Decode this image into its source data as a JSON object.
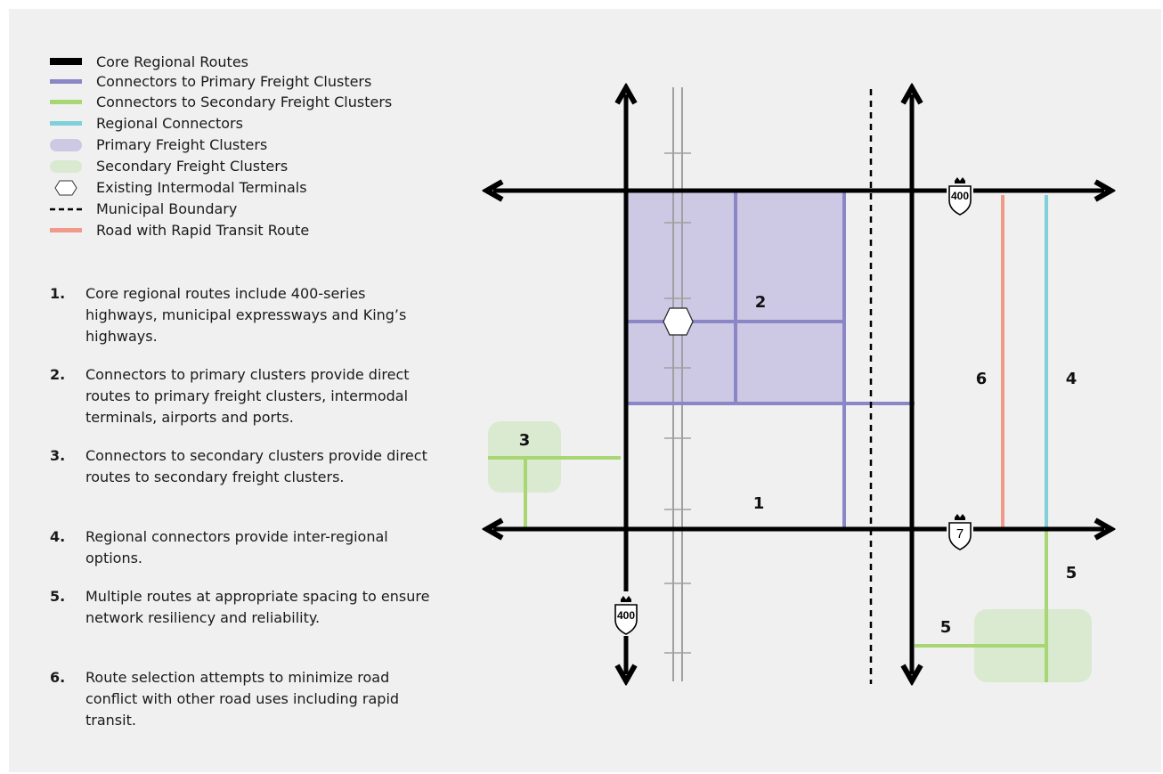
{
  "legend": [
    {
      "label": "Core Regional Routes",
      "symbol": "line-thick",
      "color": "#000000"
    },
    {
      "label": "Connectors to Primary Freight Clusters",
      "symbol": "line",
      "color": "#8b86c6"
    },
    {
      "label": "Connectors to Secondary Freight Clusters",
      "symbol": "line",
      "color": "#a8d672"
    },
    {
      "label": "Regional Connectors",
      "symbol": "line",
      "color": "#7fd0d8"
    },
    {
      "label": "Primary Freight Clusters",
      "symbol": "area",
      "color": "#cdc9e4"
    },
    {
      "label": "Secondary Freight Clusters",
      "symbol": "area",
      "color": "#d9ead0"
    },
    {
      "label": "Existing Intermodal Terminals",
      "symbol": "hexagon",
      "color": "#ffffff"
    },
    {
      "label": "Municipal Boundary",
      "symbol": "dashed",
      "color": "#000000"
    },
    {
      "label": "Road with Rapid Transit Route",
      "symbol": "line",
      "color": "#f29a8a"
    }
  ],
  "notes": [
    {
      "num": "1.",
      "text": "Core regional routes include 400-series highways, municipal expressways and King’s highways."
    },
    {
      "num": "2.",
      "text": "Connectors to primary clusters provide direct routes to primary freight clusters, intermodal terminals, airports and ports."
    },
    {
      "num": "3.",
      "text": "Connectors to secondary clusters provide direct routes to secondary freight clusters."
    },
    {
      "num": "4.",
      "text": "Regional connectors provide inter-regional options."
    },
    {
      "num": "5.",
      "text": "Multiple routes at appropriate spacing to ensure network resiliency and reliability."
    },
    {
      "num": "6.",
      "text": "Route selection attempts to minimize road conflict with other road uses including rapid transit."
    }
  ],
  "map_labels": {
    "l1": "1",
    "l2": "2",
    "l3": "3",
    "l4": "4",
    "l5a": "5",
    "l5b": "5",
    "l6": "6"
  },
  "shields": {
    "top_400": "400",
    "bottom_7": "7",
    "left_400": "400"
  },
  "colors": {
    "core": "#000000",
    "primary_connector": "#8b86c6",
    "secondary_connector": "#a8d672",
    "regional_connector": "#7fd0d8",
    "primary_cluster": "#cdc9e4",
    "secondary_cluster": "#d9ead0",
    "rapid_transit": "#f29a8a",
    "rail": "#a0a0a0"
  }
}
